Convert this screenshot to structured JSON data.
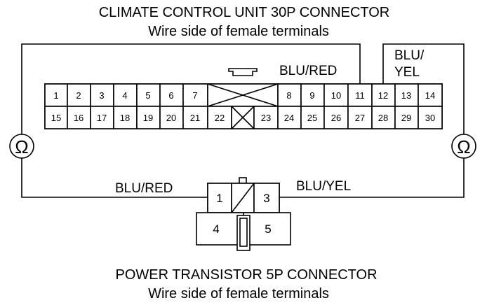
{
  "top_connector": {
    "title": "CLIMATE CONTROL UNIT 30P CONNECTOR",
    "subtitle": "Wire side of female terminals",
    "row1_pins": [
      "1",
      "2",
      "3",
      "4",
      "5",
      "6",
      "7",
      "",
      "8",
      "9",
      "10",
      "11",
      "12",
      "13",
      "14"
    ],
    "row2_pins": [
      "15",
      "16",
      "17",
      "18",
      "19",
      "20",
      "21",
      "22",
      "",
      "23",
      "24",
      "25",
      "26",
      "27",
      "28",
      "29",
      "30"
    ]
  },
  "bottom_connector": {
    "title": "POWER TRANSISTOR 5P CONNECTOR",
    "subtitle": "Wire side of female terminals",
    "pins": {
      "p1": "1",
      "p3": "3",
      "p4": "4",
      "p5": "5"
    }
  },
  "wires": {
    "left_top": "BLU/RED",
    "right_top_line1": "BLU/",
    "right_top_line2": "YEL",
    "left_bottom": "BLU/RED",
    "right_bottom": "BLU/YEL"
  },
  "meters": {
    "left": "Ω",
    "right": "Ω"
  }
}
